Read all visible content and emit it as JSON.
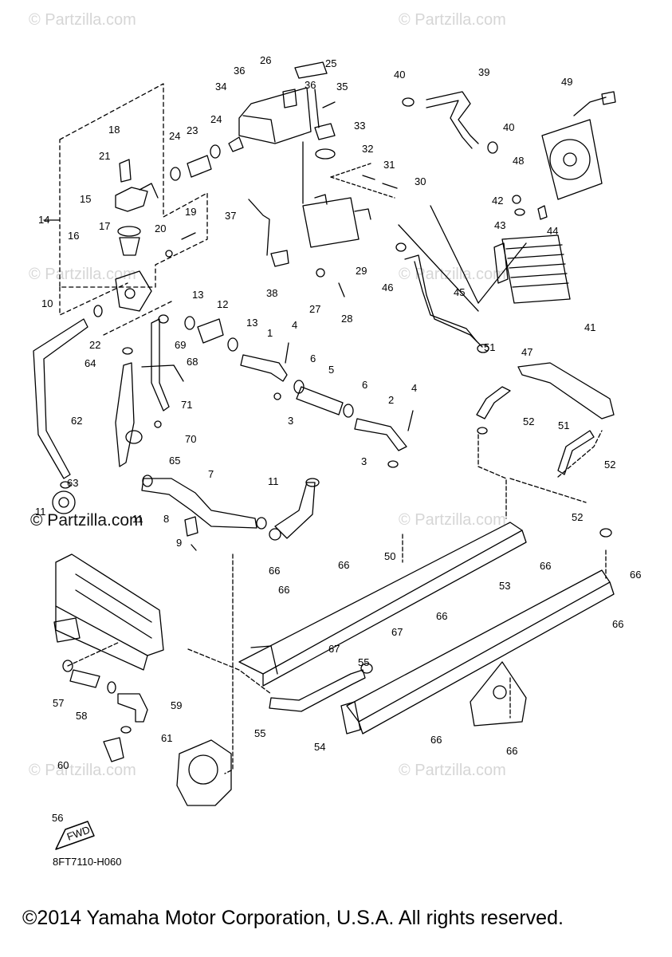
{
  "watermark": "© Partzilla.com",
  "logo_text": "© Partzilla.com",
  "fwd_label": "FWD",
  "diagram_code": "8FT7110-H060",
  "copyright": "©2014 Yamaha Motor Corporation, U.S.A. All rights reserved.",
  "callouts": [
    "1",
    "2",
    "3",
    "3",
    "4",
    "4",
    "5",
    "6",
    "6",
    "7",
    "8",
    "9",
    "10",
    "11",
    "11",
    "11",
    "12",
    "13",
    "13",
    "14",
    "15",
    "16",
    "17",
    "18",
    "19",
    "20",
    "21",
    "22",
    "23",
    "24",
    "24",
    "25",
    "26",
    "27",
    "28",
    "29",
    "30",
    "31",
    "32",
    "33",
    "34",
    "35",
    "36",
    "36",
    "37",
    "38",
    "39",
    "40",
    "40",
    "41",
    "42",
    "43",
    "44",
    "45",
    "46",
    "47",
    "48",
    "49",
    "50",
    "51",
    "51",
    "52",
    "52",
    "52",
    "53",
    "54",
    "55",
    "55",
    "56",
    "57",
    "58",
    "59",
    "60",
    "61",
    "62",
    "63",
    "64",
    "65",
    "66",
    "66",
    "66",
    "66",
    "66",
    "66",
    "66",
    "66",
    "66",
    "67",
    "67",
    "68",
    "69",
    "70",
    "71"
  ]
}
